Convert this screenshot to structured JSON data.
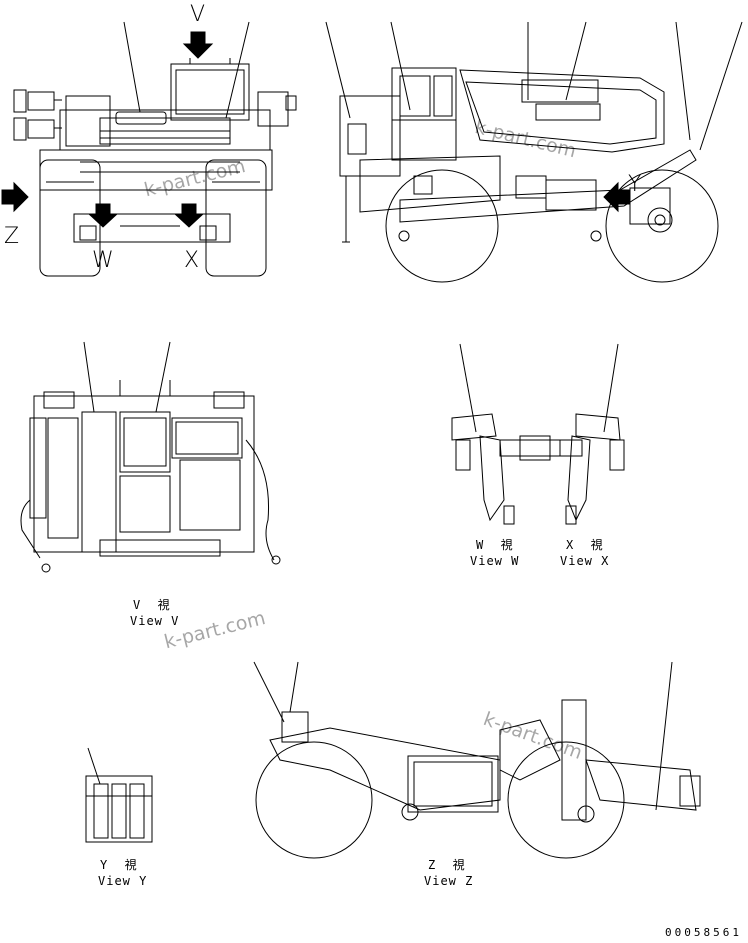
{
  "arrow_labels": {
    "v": "V",
    "z": "Z",
    "w": "W",
    "x": "X",
    "y": "Y"
  },
  "views": {
    "v": {
      "jp": "V  視",
      "en": "View V"
    },
    "w": {
      "jp": "W  視",
      "en": "View W"
    },
    "x": {
      "jp": "X  視",
      "en": "View X"
    },
    "y": {
      "jp": "Y  視",
      "en": "View Y"
    },
    "z": {
      "jp": "Z  視",
      "en": "View Z"
    }
  },
  "watermark": "k-part.com",
  "drawing_code": "00058561"
}
